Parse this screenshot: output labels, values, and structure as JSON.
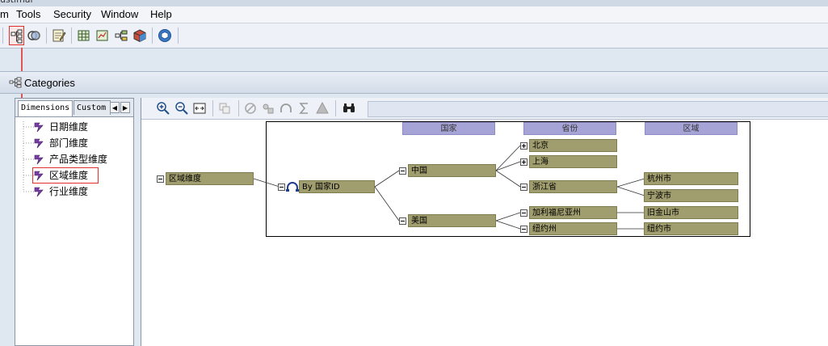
{
  "window": {
    "title": "ustimal"
  },
  "menu": [
    "m",
    "Tools",
    "Security",
    "Window",
    "Help"
  ],
  "panel": {
    "title": "Categories"
  },
  "left_tabs": {
    "dimensions": "Dimensions",
    "custom": "Custom"
  },
  "dimensions": [
    "日期维度",
    "部门维度",
    "产品类型维度",
    "区域维度",
    "行业维度"
  ],
  "diagram": {
    "headers": [
      "国家",
      "省份",
      "区域"
    ],
    "root": "区域维度",
    "hierarchy": "By 国家ID",
    "countries": [
      "中国",
      "美国"
    ],
    "provinces": [
      "北京",
      "上海",
      "浙江省",
      "加利福尼亚州",
      "纽约州"
    ],
    "regions": [
      "杭州市",
      "宁波市",
      "旧金山市",
      "纽约市"
    ]
  },
  "colors": {
    "node_fill": "#a09d6e",
    "header_fill": "#a6a4d6",
    "highlight": "#e03030"
  }
}
